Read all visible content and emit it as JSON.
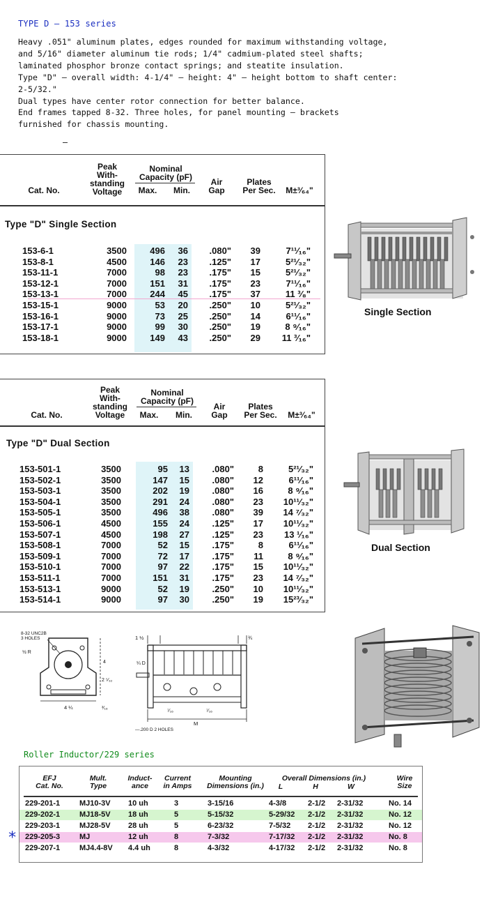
{
  "series_title": "TYPE D – 153 series",
  "description_lines": [
    "Heavy .051\" aluminum plates, edges rounded for maximum withstanding voltage,",
    "and 5/16\" diameter aluminum tie rods; 1/4\" cadmium-plated steel shafts;",
    "laminated phosphor bronze contact springs; and steatite insulation.",
    "Type \"D\" –  overall width: 4-1/4\" –  height: 4\" –  height bottom to shaft center:",
    "2-5/32.\"",
    "Dual types have center rotor connection for better balance.",
    "End frames tapped 8-32. Three holes, for panel mounting –  brackets",
    "furnished for chassis mounting."
  ],
  "cap_headers": {
    "cat_no": "Cat. No.",
    "peak_1": "Peak",
    "peak_2": "With-",
    "peak_3": "standing",
    "peak_4": "Voltage",
    "nominal_1": "Nominal",
    "nominal_2": "Capacity (pF)",
    "max": "Max.",
    "min": "Min.",
    "air_1": "Air",
    "air_2": "Gap",
    "plates_1": "Plates",
    "plates_2": "Per Sec.",
    "m": "M±³⁄₆₄\""
  },
  "single": {
    "title": "Type \"D\" Single Section",
    "caption": "Single Section",
    "rows": [
      {
        "cat": "153-6-1",
        "v": "3500",
        "max": "496",
        "min": "36",
        "gap": ".080\"",
        "plates": "39",
        "m": "7¹¹⁄₁₆\""
      },
      {
        "cat": "153-8-1",
        "v": "4500",
        "max": "146",
        "min": "23",
        "gap": ".125\"",
        "plates": "17",
        "m": "5²¹⁄₃₂\""
      },
      {
        "cat": "153-11-1",
        "v": "7000",
        "max": "98",
        "min": "23",
        "gap": ".175\"",
        "plates": "15",
        "m": "5²¹⁄₃₂\""
      },
      {
        "cat": "153-12-1",
        "v": "7000",
        "max": "151",
        "min": "31",
        "gap": ".175\"",
        "plates": "23",
        "m": "7¹¹⁄₁₆\""
      },
      {
        "cat": "153-13-1",
        "v": "7000",
        "max": "244",
        "min": "45",
        "gap": ".175\"",
        "plates": "37",
        "m": "11 ³⁄₈\""
      },
      {
        "cat": "153-15-1",
        "v": "9000",
        "max": "53",
        "min": "20",
        "gap": ".250\"",
        "plates": "10",
        "m": "5²¹⁄₃₂\""
      },
      {
        "cat": "153-16-1",
        "v": "9000",
        "max": "73",
        "min": "25",
        "gap": ".250\"",
        "plates": "14",
        "m": "6¹¹⁄₁₆\""
      },
      {
        "cat": "153-17-1",
        "v": "9000",
        "max": "99",
        "min": "30",
        "gap": ".250\"",
        "plates": "19",
        "m": "8 ⁹⁄₁₆\""
      },
      {
        "cat": "153-18-1",
        "v": "9000",
        "max": "149",
        "min": "43",
        "gap": ".250\"",
        "plates": "29",
        "m": "11 ³⁄₁₆\""
      }
    ]
  },
  "dual": {
    "title": "Type \"D\" Dual Section",
    "caption": "Dual Section",
    "rows": [
      {
        "cat": "153-501-1",
        "v": "3500",
        "max": "95",
        "min": "13",
        "gap": ".080\"",
        "plates": "8",
        "m": "5²¹⁄₃₂\""
      },
      {
        "cat": "153-502-1",
        "v": "3500",
        "max": "147",
        "min": "15",
        "gap": ".080\"",
        "plates": "12",
        "m": "6¹¹⁄₁₆\""
      },
      {
        "cat": "153-503-1",
        "v": "3500",
        "max": "202",
        "min": "19",
        "gap": ".080\"",
        "plates": "16",
        "m": "8 ⁹⁄₁₆\""
      },
      {
        "cat": "153-504-1",
        "v": "3500",
        "max": "291",
        "min": "24",
        "gap": ".080\"",
        "plates": "23",
        "m": "10¹¹⁄₃₂\""
      },
      {
        "cat": "153-505-1",
        "v": "3500",
        "max": "496",
        "min": "38",
        "gap": ".080\"",
        "plates": "39",
        "m": "14 ⁷⁄₃₂\""
      },
      {
        "cat": "153-506-1",
        "v": "4500",
        "max": "155",
        "min": "24",
        "gap": ".125\"",
        "plates": "17",
        "m": "10¹¹⁄₃₂\""
      },
      {
        "cat": "153-507-1",
        "v": "4500",
        "max": "198",
        "min": "27",
        "gap": ".125\"",
        "plates": "23",
        "m": "13 ¹⁄₁₆\""
      },
      {
        "cat": "153-508-1",
        "v": "7000",
        "max": "52",
        "min": "15",
        "gap": ".175\"",
        "plates": "8",
        "m": "6¹¹⁄₁₆\""
      },
      {
        "cat": "153-509-1",
        "v": "7000",
        "max": "72",
        "min": "17",
        "gap": ".175\"",
        "plates": "11",
        "m": "8 ⁹⁄₁₆\""
      },
      {
        "cat": "153-510-1",
        "v": "7000",
        "max": "97",
        "min": "22",
        "gap": ".175\"",
        "plates": "15",
        "m": "10¹¹⁄₃₂\""
      },
      {
        "cat": "153-511-1",
        "v": "7000",
        "max": "151",
        "min": "31",
        "gap": ".175\"",
        "plates": "23",
        "m": "14 ⁷⁄₃₂\""
      },
      {
        "cat": "153-513-1",
        "v": "9000",
        "max": "52",
        "min": "19",
        "gap": ".250\"",
        "plates": "10",
        "m": "10¹¹⁄₃₂\""
      },
      {
        "cat": "153-514-1",
        "v": "9000",
        "max": "97",
        "min": "30",
        "gap": ".250\"",
        "plates": "19",
        "m": "15²³⁄₃₂\""
      }
    ]
  },
  "drawing_labels": {
    "front_tap": "8-32 UNC2B",
    "front_holes": "3 HOLES",
    "front_r": "½ R",
    "front_h1": "4",
    "front_h2": "2 ⁵⁄₃₂",
    "front_w": "4 ¼",
    "front_b": "³⁄₁₆",
    "side_top_l": "1 ½",
    "side_top_r": "¾",
    "side_d": "¼ D",
    "side_dim1": "⁷⁄₁₆",
    "side_dim2": "⁷⁄₁₆",
    "side_m": "M",
    "side_holes": "—.200 D  2 HOLES"
  },
  "roller": {
    "title": "Roller Inductor/229 series",
    "asterisk": "*",
    "headers": {
      "efj_1": "EFJ",
      "efj_2": "Cat. No.",
      "mult_1": "Mult.",
      "mult_2": "Type",
      "ind_1": "Induct-",
      "ind_2": "ance",
      "cur_1": "Current",
      "cur_2": "in Amps",
      "mnt_1": "Mounting",
      "mnt_2": "Dimensions (in.)",
      "ovr": "Overall Dimensions (in.)",
      "l": "L",
      "h": "H",
      "w": "W",
      "wire_1": "Wire",
      "wire_2": "Size"
    },
    "rows": [
      {
        "cat": "229-201-1",
        "type": "MJ10-3V",
        "ind": "10 uh",
        "amps": "3",
        "mount": "3-15/16",
        "l": "4-3/8",
        "h": "2-1/2",
        "w": "2-31/32",
        "wire": "No. 14"
      },
      {
        "cat": "229-202-1",
        "type": "MJ18-5V",
        "ind": "18 uh",
        "amps": "5",
        "mount": "5-15/32",
        "l": "5-29/32",
        "h": "2-1/2",
        "w": "2-31/32",
        "wire": "No. 12"
      },
      {
        "cat": "229-203-1",
        "type": "MJ28-5V",
        "ind": "28 uh",
        "amps": "5",
        "mount": "6-23/32",
        "l": "7-5/32",
        "h": "2-1/2",
        "w": "2-31/32",
        "wire": "No. 12"
      },
      {
        "cat": "229-205-3",
        "type": "MJ",
        "ind": "12 uh",
        "amps": "8",
        "mount": "7-3/32",
        "l": "7-17/32",
        "h": "2-1/2",
        "w": "2-31/32",
        "wire": "No. 8"
      },
      {
        "cat": "229-207-1",
        "type": "MJ4.4-8V",
        "ind": "4.4 uh",
        "amps": "8",
        "mount": "4-3/32",
        "l": "4-17/32",
        "h": "2-1/2",
        "w": "2-31/32",
        "wire": "No. 8"
      }
    ],
    "row_colors": [
      "#ffffff",
      "#d6f5cf",
      "#ffffff",
      "#f6c8ec",
      "#ffffff"
    ]
  }
}
